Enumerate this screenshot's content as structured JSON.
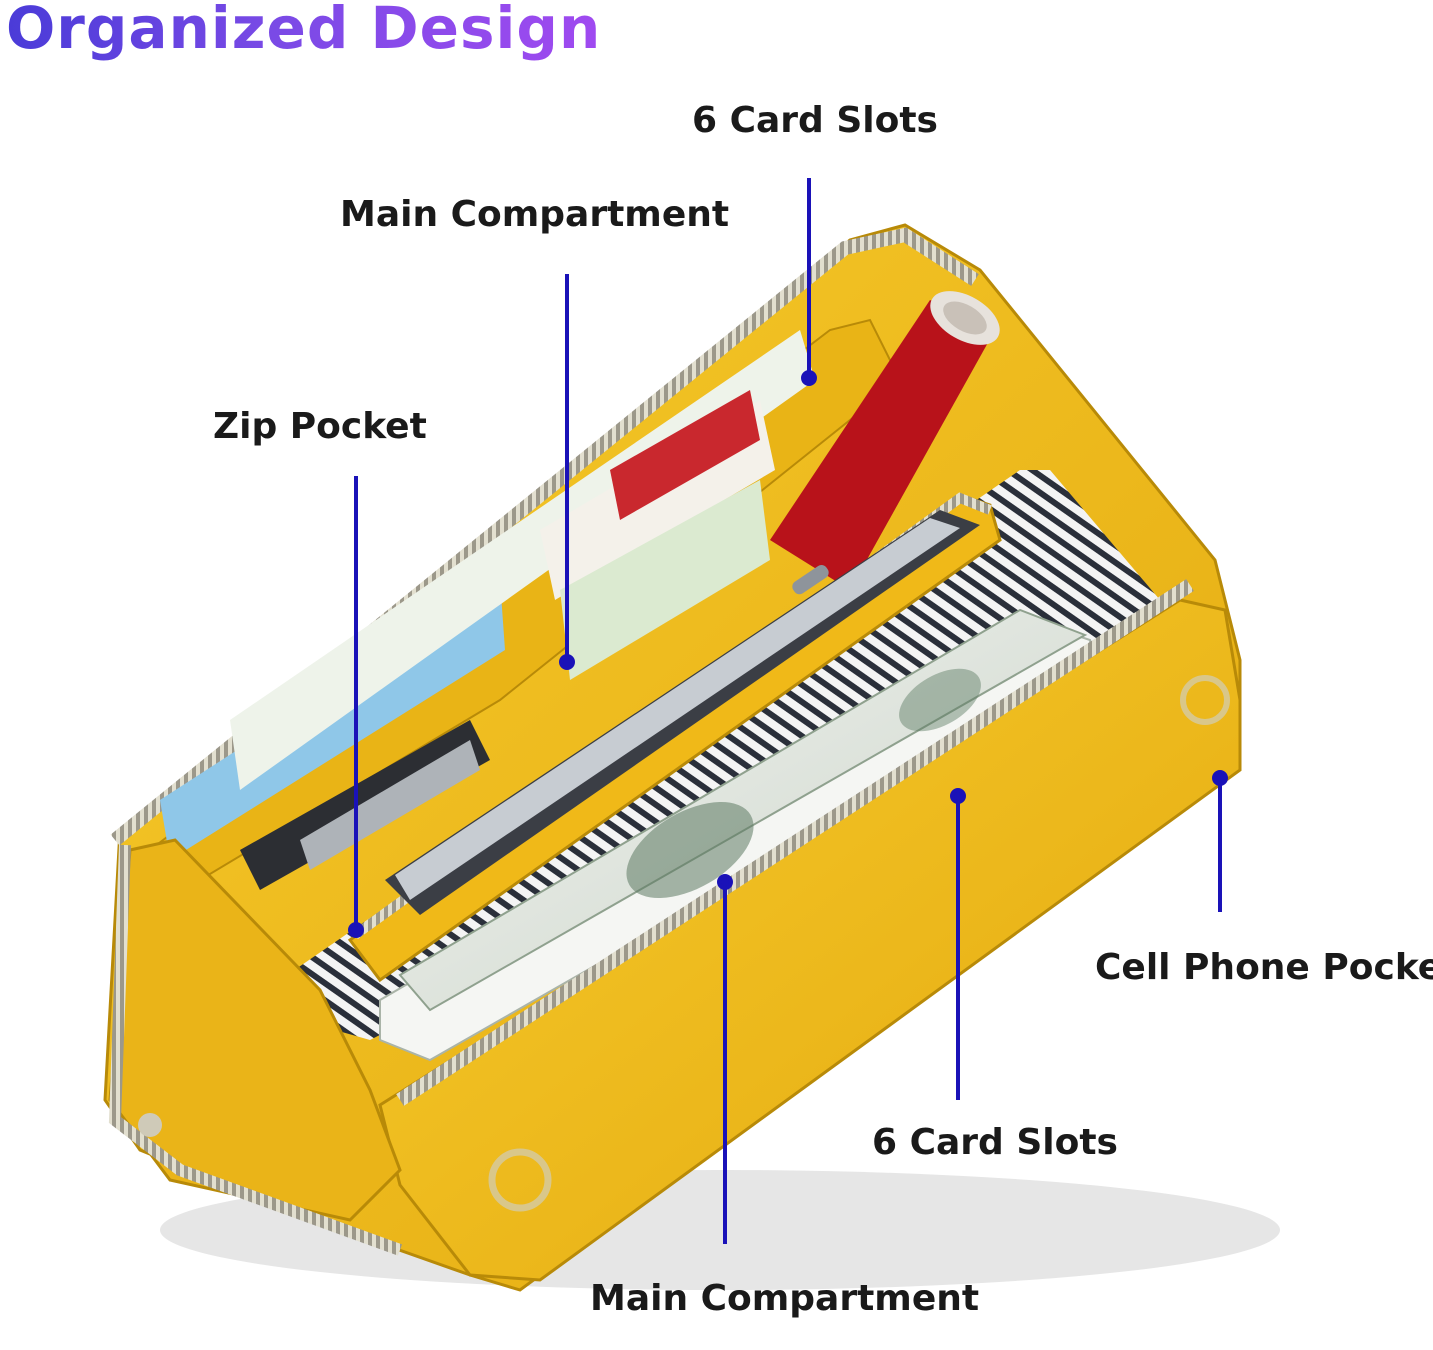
{
  "title": "Organized Design",
  "colors": {
    "title_gradient_start": "#4a3bd8",
    "title_gradient_end": "#a04af0",
    "leader_line": "#1a12b8",
    "wallet": "#f2be1e",
    "wallet_shadow": "#c9920a",
    "zipper": "#b9b6a6"
  },
  "callouts": {
    "card_slots_top": "6 Card Slots",
    "main_compartment_top": "Main Compartment",
    "zip_pocket": "Zip Pocket",
    "cell_phone_pocket": "Cell Phone Pocket",
    "card_slots_bottom": "6 Card Slots",
    "main_compartment_bottom": "Main Compartment"
  }
}
